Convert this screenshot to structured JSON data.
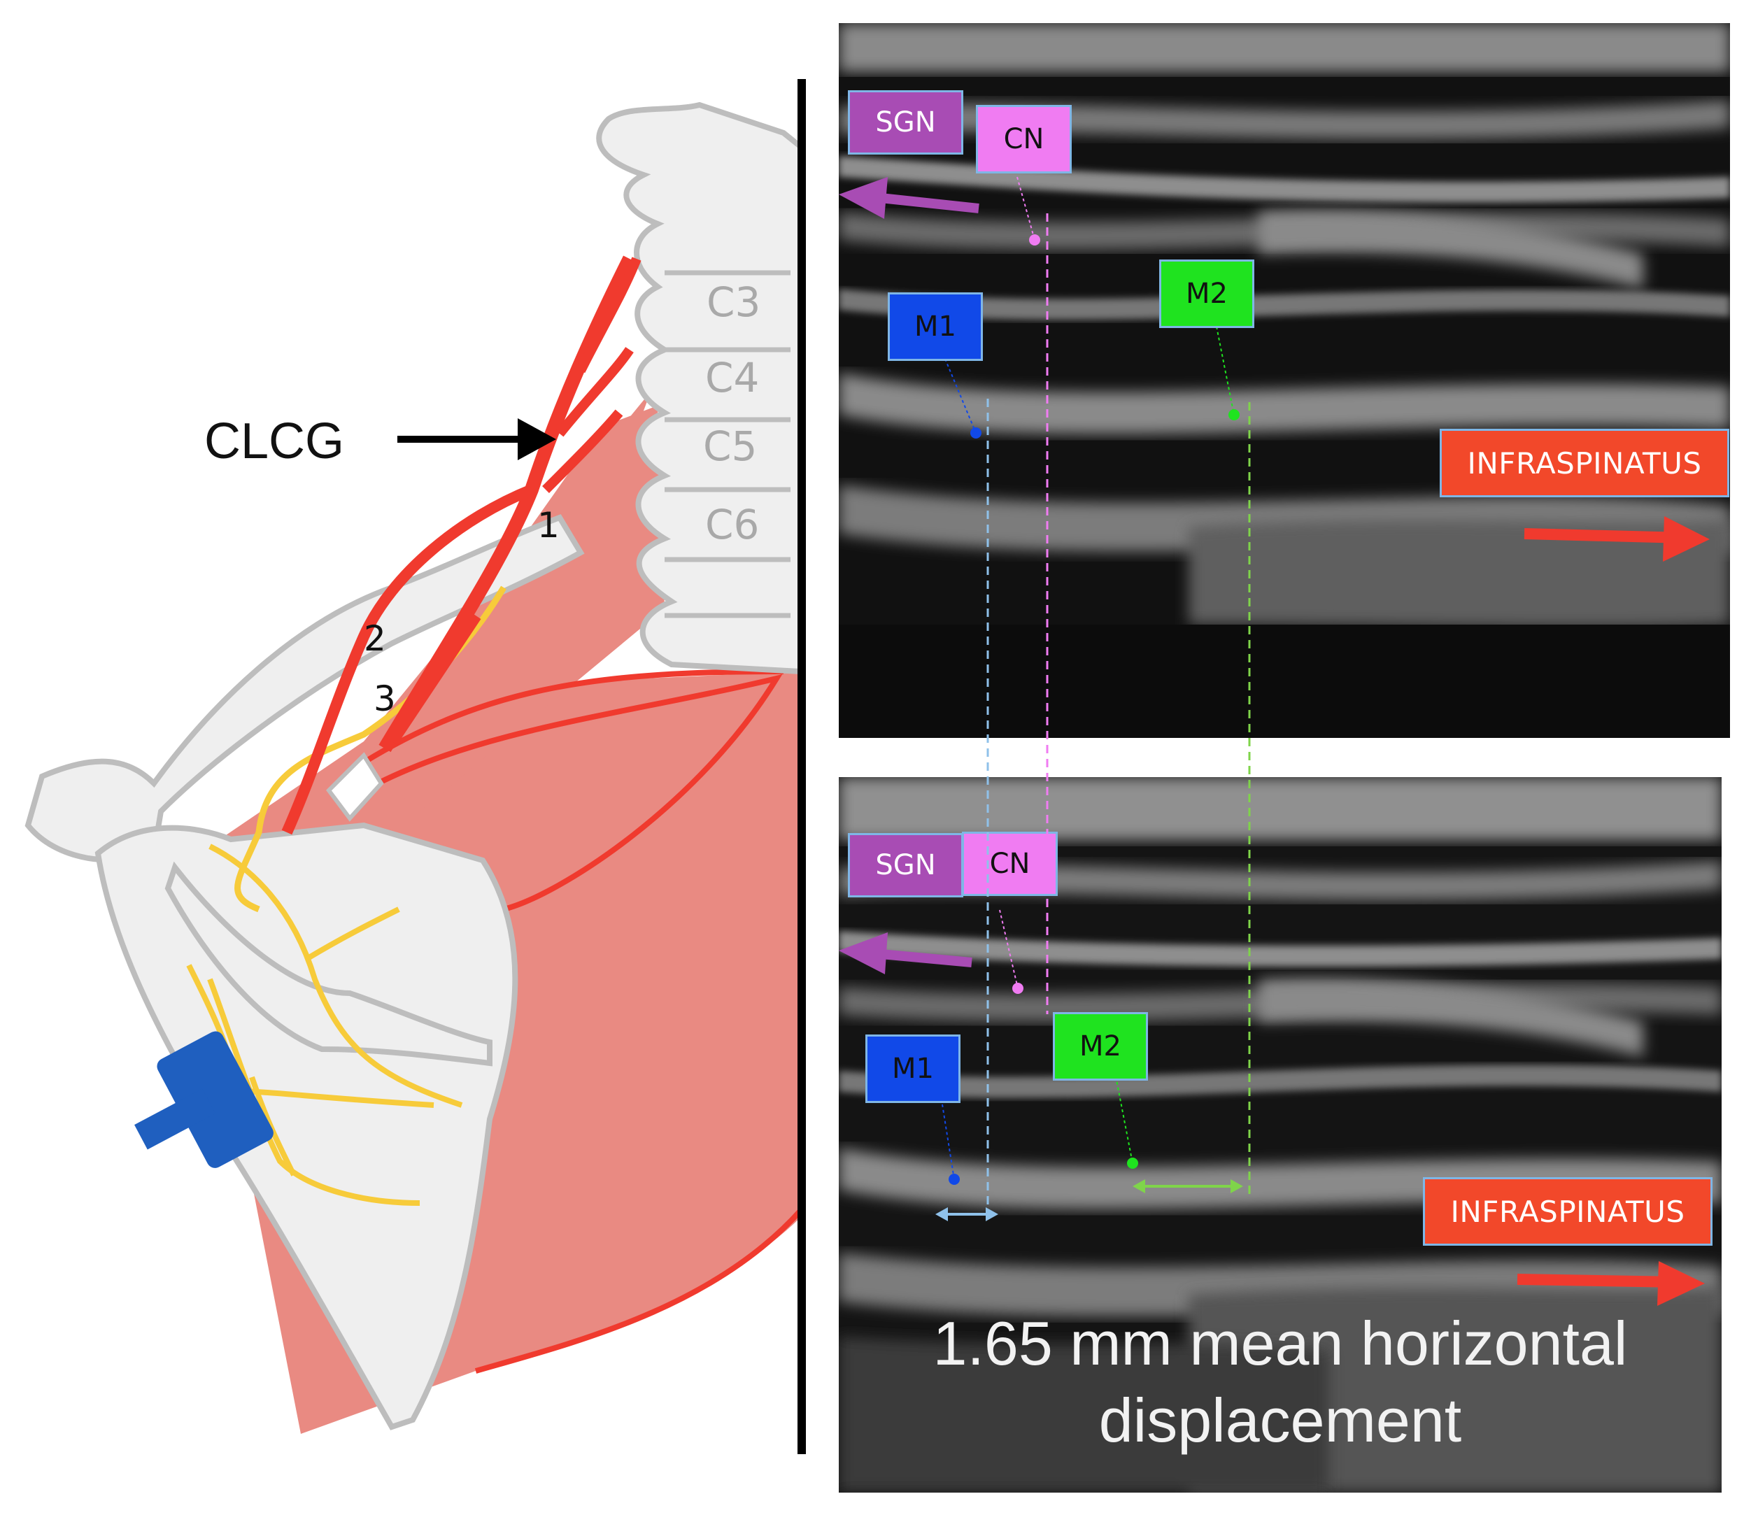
{
  "figure": {
    "clcg_label": "CLCG",
    "vertebrae": [
      "C3",
      "C4",
      "C5",
      "C6"
    ],
    "branch_numbers": [
      "1",
      "2",
      "3"
    ],
    "top_panel": {
      "labels": {
        "sgn": "SGN",
        "cn": "CN",
        "m1": "M1",
        "m2": "M2",
        "infraspinatus": "INFRASPINATUS"
      }
    },
    "bottom_panel": {
      "labels": {
        "sgn": "SGN",
        "cn": "CN",
        "m1": "M1",
        "m2": "M2",
        "infraspinatus": "INFRASPINATUS"
      },
      "caption_line1": "1.65 mm  mean  horizontal",
      "caption_line2": "displacement"
    }
  },
  "colors": {
    "artery_red": "#f03a2e",
    "muscle_pink": "#e98a82",
    "nerve_yellow": "#f7cb3a",
    "bone_gray": "#efefef",
    "bone_outline": "#bdbdbd",
    "probe_blue": "#1f5fbf",
    "sgn_purple": "#a84cb4",
    "cn_pink": "#f07cf2",
    "m1_blue": "#1149e8",
    "m2_green": "#1fe31f",
    "infraspinatus_red": "#f2482a"
  }
}
